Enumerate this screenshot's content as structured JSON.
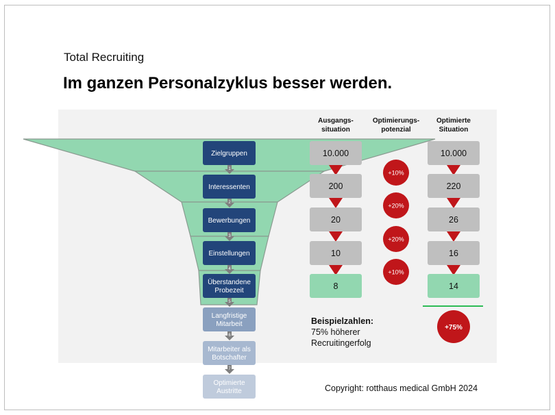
{
  "header": {
    "subtitle": "Total Recruiting",
    "title": "Im ganzen Personalzyklus besser werden."
  },
  "columns": {
    "baseline": "Ausgangs-\nsituation",
    "potential": "Optimierungs-\npotenzial",
    "optimized": "Optimierte\nSituation"
  },
  "funnel_stages": [
    {
      "label": "Zielgruppen",
      "step": "1",
      "active": true
    },
    {
      "label": "Interessenten",
      "step": "2",
      "active": true
    },
    {
      "label": "Bewerbungen",
      "step": "3",
      "active": true
    },
    {
      "label": "Einstellungen",
      "step": "4",
      "active": true
    },
    {
      "label": "Überstandene Probezeit",
      "step": "5",
      "active": true
    },
    {
      "label": "Langfristige Mitarbeit",
      "step": "6",
      "active": false
    },
    {
      "label": "Mitarbeiter als Botschafter",
      "step": "7",
      "active": false
    },
    {
      "label": "Optimierte Austritte",
      "active": false
    }
  ],
  "baseline_values": [
    "10.000",
    "200",
    "20",
    "10",
    "8"
  ],
  "potential_values": [
    "+10%",
    "+20%",
    "+20%",
    "+10%"
  ],
  "optimized_values": [
    "10.000",
    "220",
    "26",
    "16",
    "14"
  ],
  "total_gain": "+75%",
  "note": {
    "heading": "Beispielzahlen:",
    "line1": "75% höherer",
    "line2": "Recruitingerfolg"
  },
  "copyright": "Copyright: rotthaus medical GmbH 2024",
  "colors": {
    "funnel": "#92d7b0",
    "stage_dark": "#22457a",
    "stage_light1": "#8aa0bf",
    "stage_light2": "#a7b8d0",
    "stage_light3": "#bfcbdc",
    "value_box": "#bfbfbf",
    "result_box": "#92d7b0",
    "accent_red": "#c0161a",
    "panel": "#f2f2f2"
  }
}
